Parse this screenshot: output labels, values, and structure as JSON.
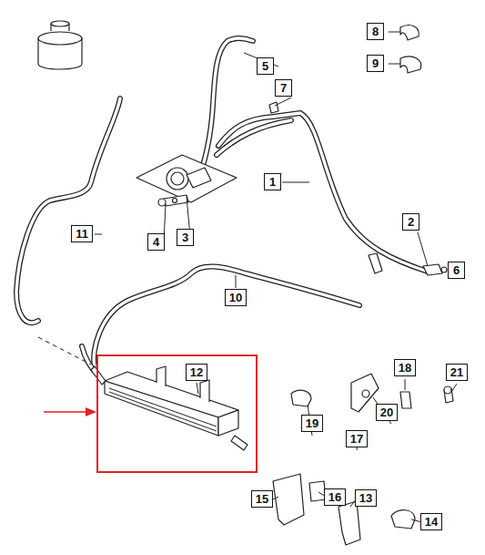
{
  "diagram": {
    "nodes": [
      {
        "text": [
          "8"
        ]
      },
      {
        "text": [
          "5"
        ]
      },
      {
        "text": [
          "9"
        ]
      },
      {
        "text": [
          "7"
        ]
      },
      {
        "text": [
          "1"
        ]
      },
      {
        "text": [
          "2"
        ]
      },
      {
        "text": [
          "11"
        ]
      },
      {
        "text": [
          "3"
        ]
      },
      {
        "text": [
          "4"
        ]
      },
      {
        "text": [
          "6"
        ]
      },
      {
        "text": [
          "10"
        ]
      },
      {
        "text": [
          "18"
        ]
      },
      {
        "text": [
          "12"
        ]
      },
      {
        "text": [
          "21"
        ]
      },
      {
        "text": [
          "20"
        ]
      },
      {
        "text": [
          "19"
        ]
      },
      {
        "text": [
          "17"
        ]
      },
      {
        "text": [
          "16"
        ]
      },
      {
        "text": [
          "13"
        ]
      },
      {
        "text": [
          "15"
        ]
      },
      {
        "text": [
          "14"
        ]
      }
    ]
  }
}
